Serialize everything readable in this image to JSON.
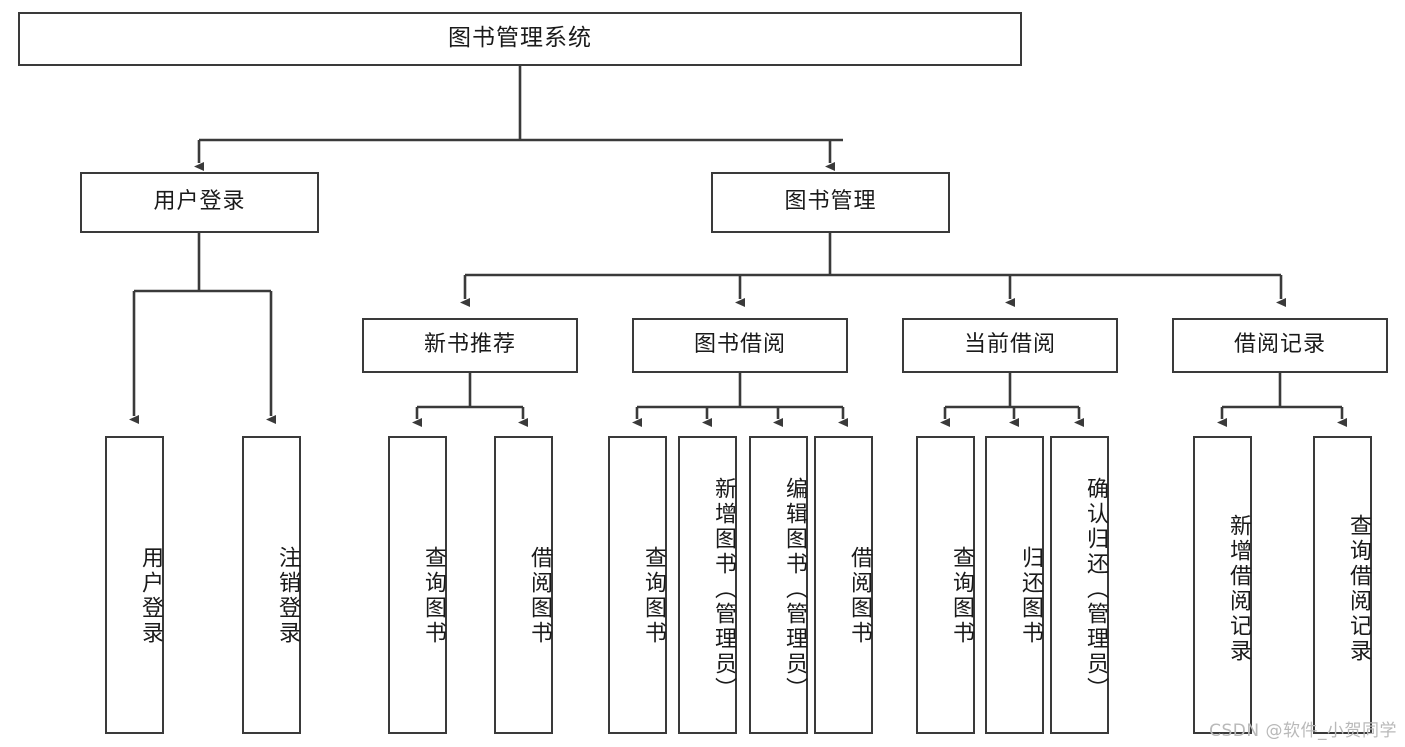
{
  "diagram": {
    "title": "图书管理系统",
    "type": "tree",
    "colors": {
      "box_border": "#3a3a3a",
      "box_fill": "#ffffff",
      "line": "#3a3a3a",
      "text": "#1a1a1a",
      "watermark": "#b9b9b9",
      "background": "#ffffff"
    },
    "root": {
      "label": "图书管理系统"
    },
    "level1": [
      {
        "label": "用户登录"
      },
      {
        "label": "图书管理"
      }
    ],
    "level2": [
      {
        "label": "新书推荐"
      },
      {
        "label": "图书借阅"
      },
      {
        "label": "当前借阅"
      },
      {
        "label": "借阅记录"
      }
    ],
    "leaves": {
      "user_login": [
        {
          "label": "用户登录"
        },
        {
          "label": "注销登录"
        }
      ],
      "new_book_recommend": [
        {
          "label": "查询图书"
        },
        {
          "label": "借阅图书"
        }
      ],
      "book_borrow": [
        {
          "label": "查询图书"
        },
        {
          "label": "新增图书（管理员）"
        },
        {
          "label": "编辑图书（管理员）"
        },
        {
          "label": "借阅图书"
        }
      ],
      "current_borrow": [
        {
          "label": "查询图书"
        },
        {
          "label": "归还图书"
        },
        {
          "label": "确认归还（管理员）"
        }
      ],
      "borrow_record": [
        {
          "label": "新增借阅记录"
        },
        {
          "label": "查询借阅记录"
        }
      ]
    }
  },
  "watermark": {
    "text": "CSDN @软件_小贺同学"
  }
}
